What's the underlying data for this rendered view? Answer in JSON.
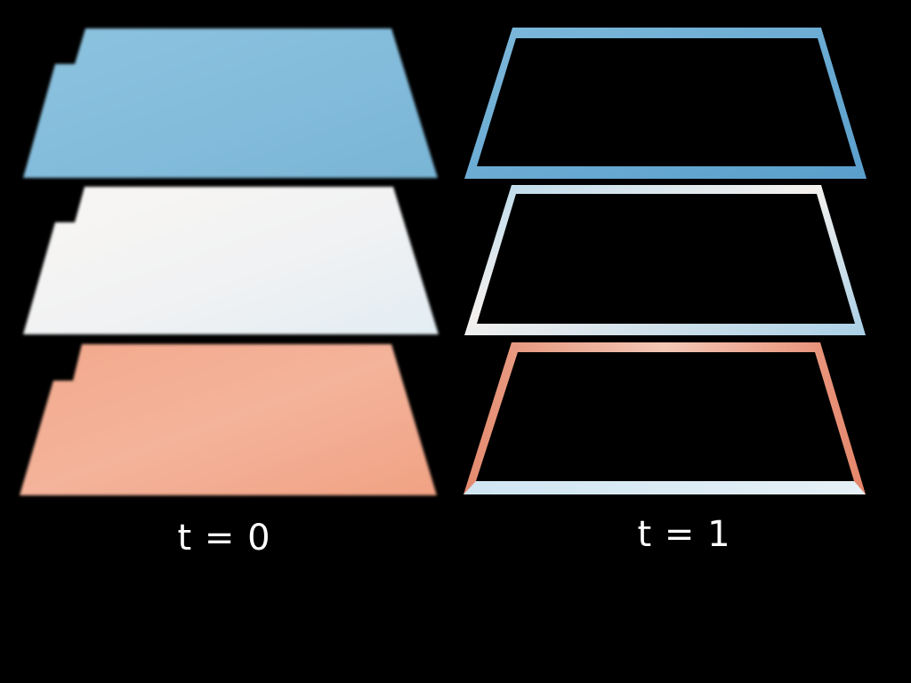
{
  "captions": {
    "left": "t = 0",
    "right": "t = 1"
  },
  "colors": {
    "background": "#000000",
    "caption_text": "#ffffff",
    "layer_top": "#86bedc",
    "layer_middle": "#f1f2f3",
    "layer_bottom": "#f2a488",
    "frame_blue": "#6fafd6",
    "frame_light": "#cfe4f0",
    "frame_red": "#e8876a"
  },
  "panels": [
    {
      "id": "t0",
      "state": "filled",
      "layers": [
        {
          "name": "top-layer",
          "fill": "layer_top"
        },
        {
          "name": "middle-layer",
          "fill": "layer_middle"
        },
        {
          "name": "bottom-layer",
          "fill": "layer_bottom"
        }
      ]
    },
    {
      "id": "t1",
      "state": "boundary-only",
      "layers": [
        {
          "name": "top-layer",
          "fill": "frame_blue"
        },
        {
          "name": "middle-layer",
          "fill": "frame_light"
        },
        {
          "name": "bottom-layer",
          "fill": "frame_red"
        }
      ]
    }
  ]
}
